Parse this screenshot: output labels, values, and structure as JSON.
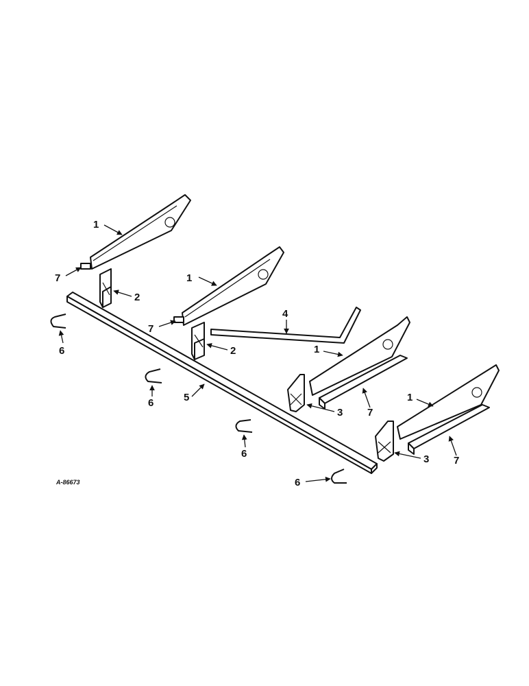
{
  "figure_code": "A-86673",
  "callouts": {
    "arm_1a": "1",
    "arm_1b": "1",
    "arm_1c": "1",
    "arm_1d": "1",
    "bracket_2a": "2",
    "bracket_2b": "2",
    "bracket_3a": "3",
    "bracket_3b": "3",
    "rod_4": "4",
    "bar_5": "5",
    "ubolt_6a": "6",
    "ubolt_6b": "6",
    "ubolt_6c": "6",
    "ubolt_6d": "6",
    "part_7a": "7",
    "part_7b": "7",
    "part_7c": "7",
    "part_7d": "7"
  }
}
